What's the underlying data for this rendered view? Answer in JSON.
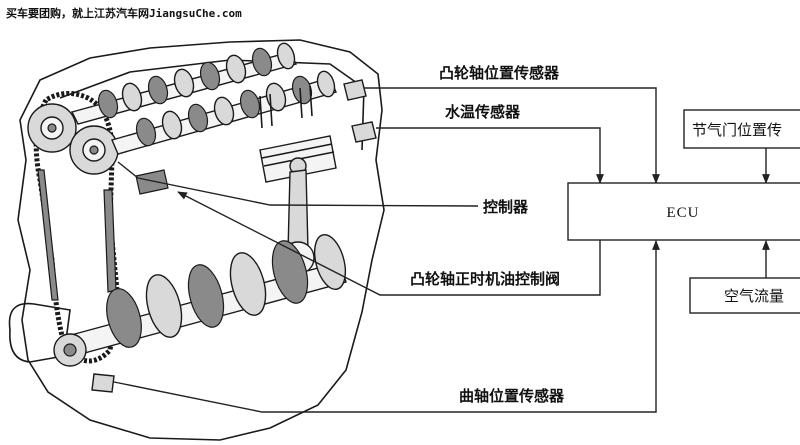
{
  "watermark": "买车要团购，就上江苏汽车网JiangsuChe.com",
  "labels": {
    "camshaft_sensor": "凸轮轴位置传感器",
    "water_temp_sensor": "水温传感器",
    "controller": "控制器",
    "ocv": "凸轮轴正时机油控制阀",
    "crankshaft_sensor": "曲轴位置传感器"
  },
  "ecu": {
    "label": "ECU"
  },
  "throttle_sensor": {
    "label": "节气门位置传"
  },
  "air_flow": {
    "label": "空气流量"
  },
  "colors": {
    "line": "#222222",
    "box_fill": "#ffffff",
    "engine_shade": "#8a8a8a"
  }
}
